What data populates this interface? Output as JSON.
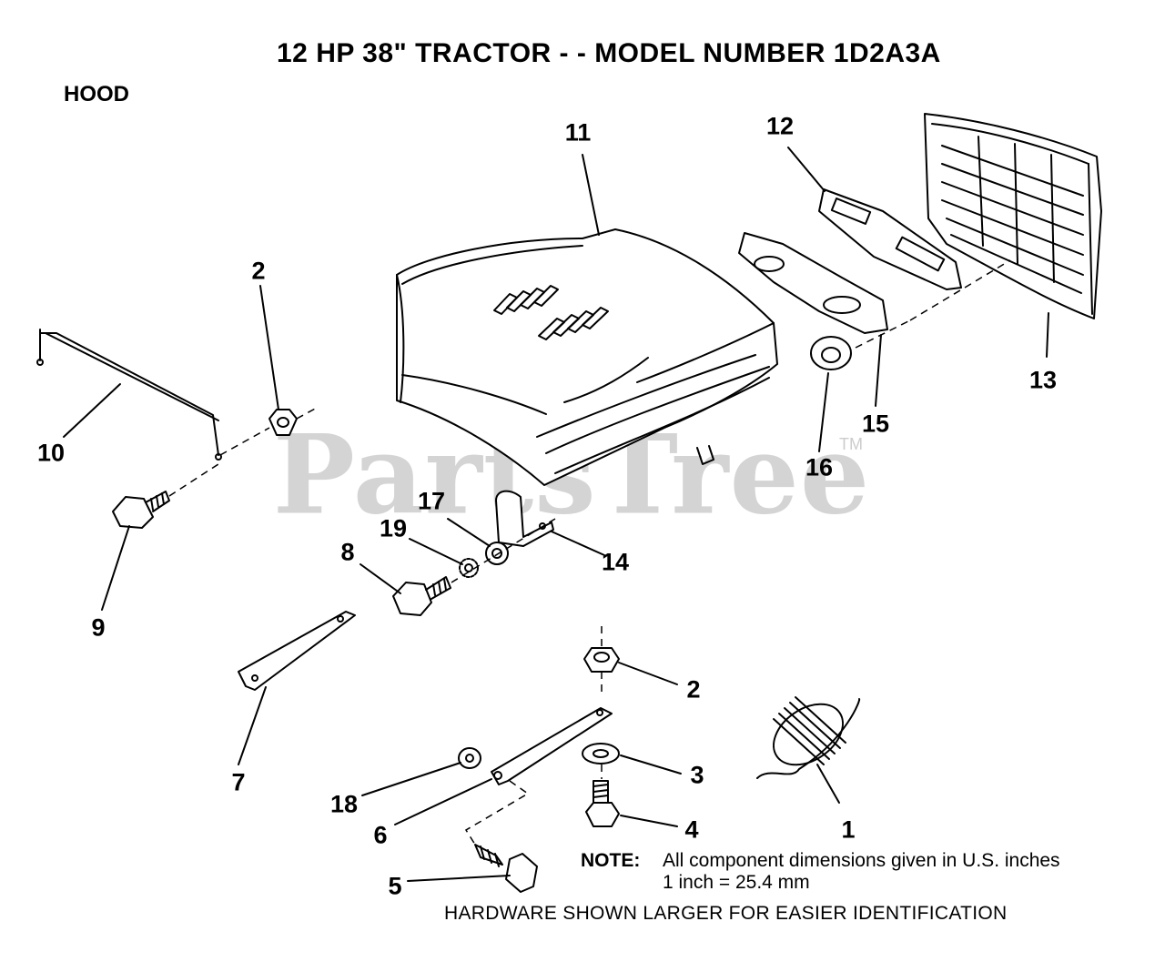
{
  "header": {
    "title": "12 HP 38\" TRACTOR - - MODEL NUMBER 1D2A3A",
    "section": "HOOD"
  },
  "watermark": {
    "brand": "PartsTree",
    "mark": "TM"
  },
  "callouts": [
    {
      "id": "c11",
      "label": "11",
      "part": "hood"
    },
    {
      "id": "c12",
      "label": "12",
      "part": "grille-insert"
    },
    {
      "id": "c13",
      "label": "13",
      "part": "grille"
    },
    {
      "id": "c2a",
      "label": "2",
      "part": "nut"
    },
    {
      "id": "c10",
      "label": "10",
      "part": "hood-rod"
    },
    {
      "id": "c9",
      "label": "9",
      "part": "bolt"
    },
    {
      "id": "c16",
      "label": "16",
      "part": "bushing"
    },
    {
      "id": "c15",
      "label": "15",
      "part": "grille-bracket"
    },
    {
      "id": "c17",
      "label": "17",
      "part": "washer"
    },
    {
      "id": "c19",
      "label": "19",
      "part": "lock-washer"
    },
    {
      "id": "c8",
      "label": "8",
      "part": "bolt"
    },
    {
      "id": "c14",
      "label": "14",
      "part": "hinge-bracket"
    },
    {
      "id": "c7",
      "label": "7",
      "part": "support-bracket"
    },
    {
      "id": "c2b",
      "label": "2",
      "part": "nut"
    },
    {
      "id": "c3",
      "label": "3",
      "part": "washer"
    },
    {
      "id": "c18",
      "label": "18",
      "part": "washer"
    },
    {
      "id": "c6",
      "label": "6",
      "part": "link-bracket"
    },
    {
      "id": "c4",
      "label": "4",
      "part": "bolt"
    },
    {
      "id": "c1",
      "label": "1",
      "part": "spring"
    },
    {
      "id": "c5",
      "label": "5",
      "part": "bolt"
    }
  ],
  "note": {
    "heading": "NOTE:",
    "line1": "All component dimensions given in U.S. inches",
    "line2": "1 inch = 25.4 mm"
  },
  "footer": "HARDWARE SHOWN LARGER FOR EASIER IDENTIFICATION",
  "colors": {
    "ink": "#000000",
    "watermark": "#d4d4d4",
    "background": "#ffffff"
  }
}
